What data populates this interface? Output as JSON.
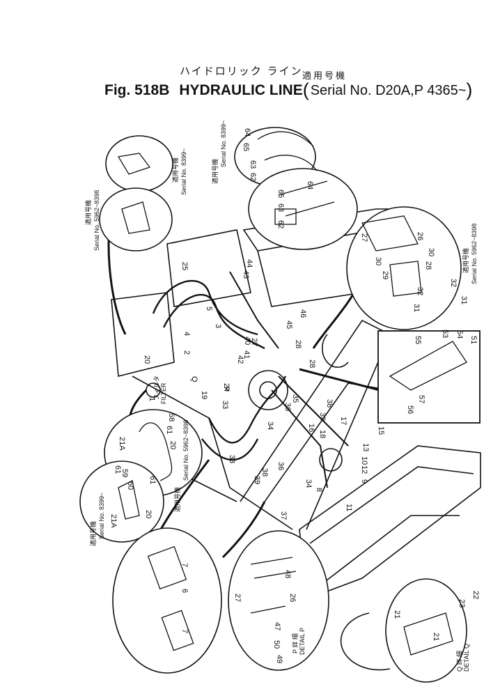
{
  "header": {
    "title_jp": "ハイドロリック ライン",
    "applicable_jp": "適用号機",
    "fig": "Fig. 518B",
    "title_en": "HYDRAULIC LINE",
    "open_paren": "(",
    "serial": "Serial No. D20A,P 4365~",
    "close_paren": ")"
  },
  "serial_notes": [
    {
      "jp": "適用号機",
      "en": "Serial No. 5962~8398"
    },
    {
      "jp": "適用号機",
      "en": "Serial No. 8399~"
    },
    {
      "jp": "適用号機",
      "en": "Serial No. 8399~"
    },
    {
      "jp": "適用号機",
      "en": "Serial No. 5962~8398"
    },
    {
      "jp": "適用号機",
      "en": "Serial No. 5962~8398"
    },
    {
      "jp": "適用号機",
      "en": "Serial No. 8399~"
    }
  ],
  "detail_labels": {
    "detail_p_jp": "P 詳 細",
    "detail_p": "DETAIL P",
    "detail_q_jp": "Q 詳 細",
    "detail_q": "DETAIL Q",
    "filter_jp": "フィルタ",
    "filter": "FILTER"
  },
  "callouts": {
    "c1": "1",
    "c2": "2",
    "c3": "3",
    "c4": "4",
    "c5": "5",
    "c6": "6",
    "c7": "7",
    "c7b": "7",
    "c8": "8",
    "c9": "9",
    "c10": "10",
    "c11": "11",
    "c12": "12",
    "c13": "13",
    "c15": "15",
    "c16": "16",
    "c17": "17",
    "c18": "18",
    "c19": "19",
    "c20": "20",
    "c20b": "20",
    "c20c": "20",
    "c21": "21",
    "c21b": "21",
    "c21a": "21A",
    "c21a2": "21A",
    "c22": "22",
    "c23": "23",
    "c24": "24",
    "c25": "25",
    "c26": "26",
    "c26b": "26",
    "c27": "27",
    "c27b": "27",
    "c27c": "27",
    "c28": "28",
    "c28b": "28",
    "c28c": "28",
    "c29": "29",
    "c30": "30",
    "c30b": "30",
    "c31": "31",
    "c31b": "31",
    "c32": "32",
    "c32b": "32",
    "c33": "33",
    "c33b": "33",
    "c34": "34",
    "c34b": "34",
    "c35": "35",
    "c36": "36",
    "c36b": "36",
    "c37": "37",
    "c38": "38",
    "c38b": "38",
    "c39": "39",
    "c39b": "39",
    "c40": "40",
    "c41": "41",
    "c42": "42",
    "c43": "43",
    "c44": "44",
    "c45": "45",
    "c46": "46",
    "c47": "47",
    "c48": "48",
    "c49": "49",
    "c50": "50",
    "c51": "51",
    "c53": "53",
    "c54": "54",
    "c55": "55",
    "c56": "56",
    "c57": "57",
    "c58": "58",
    "c59": "59",
    "c60": "60",
    "c61": "61",
    "c61b": "61",
    "c61c": "61",
    "c62": "62",
    "c62b": "62",
    "c63": "63",
    "c63b": "63",
    "c64": "64",
    "c64b": "64",
    "c65": "65",
    "c65b": "65",
    "cP": "P",
    "cQ": "Q"
  }
}
